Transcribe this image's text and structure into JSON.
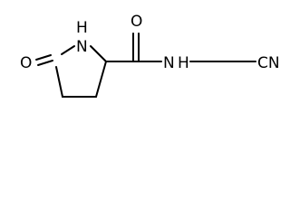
{
  "molecule": {
    "atoms": {
      "ring_o": "O",
      "ring_nh": "N",
      "ring_h": "H",
      "amide_o": "O",
      "amide_n": "N",
      "amide_h": "H",
      "nitrile": "CN"
    }
  }
}
